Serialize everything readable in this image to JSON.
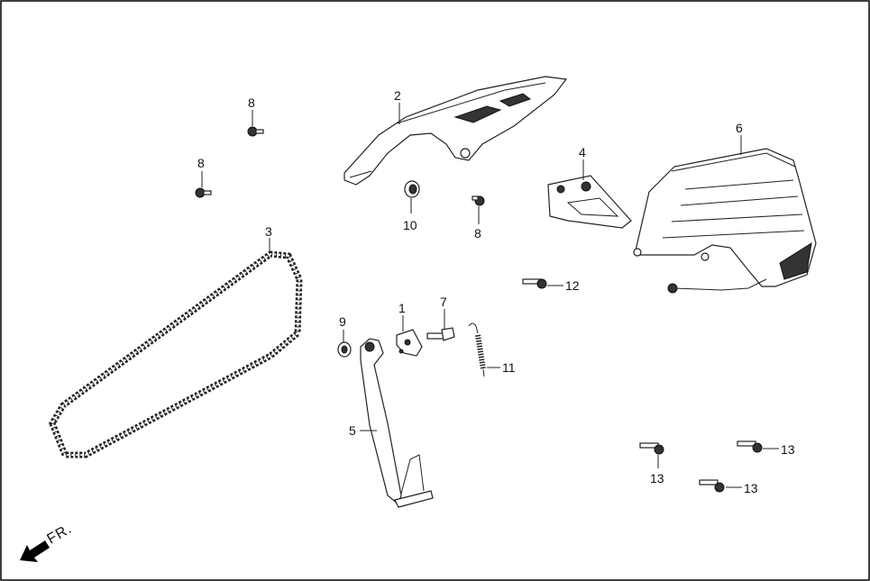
{
  "diagram": {
    "labels": {
      "cover_upper": "2",
      "chain": "3",
      "slider": "4",
      "stand": "5",
      "guard": "6",
      "bolt_7": "7",
      "bolt_8a": "8",
      "bolt_8b": "8",
      "bolt_8c": "8",
      "bracket": "1",
      "nut": "9",
      "collar": "10",
      "spring": "11",
      "bolt_12": "12",
      "bolt_13a": "13",
      "bolt_13b": "13",
      "bolt_13c": "13"
    },
    "direction_text": "FR."
  }
}
